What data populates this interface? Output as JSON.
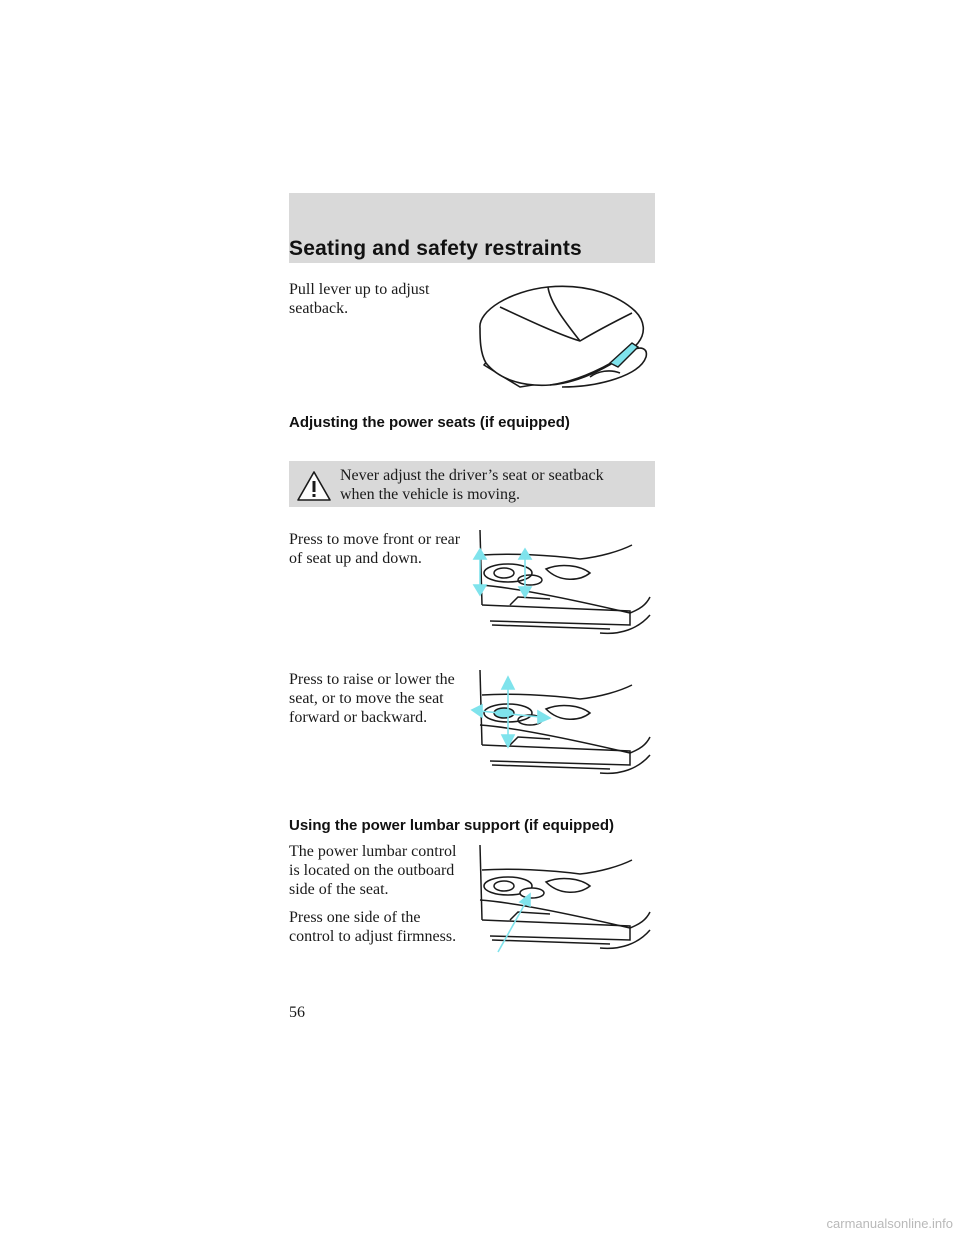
{
  "header": {
    "title": "Seating and safety restraints"
  },
  "sections": {
    "manual_seat": {
      "text": "Pull lever up to adjust seatback."
    },
    "power_seats": {
      "heading": "Adjusting the power seats (if equipped)",
      "warning": "Never adjust the driver’s seat or seatback when the vehicle is moving.",
      "tilt_text": "Press to move front or rear of seat up and down.",
      "move_text": "Press to raise or lower the seat, or to move the seat forward or backward."
    },
    "lumbar": {
      "heading": "Using the power lumbar support (if equipped)",
      "para1": "The power lumbar control is located on the outboard side of the seat.",
      "para2": "Press one side of the control to adjust firmness."
    }
  },
  "page_number": "56",
  "footer": {
    "url": "carmanualsonline.info"
  },
  "colors": {
    "accent": "#7fe3ec",
    "band": "#d9d9d9"
  },
  "icons": {
    "warning": "warning-triangle-icon"
  }
}
